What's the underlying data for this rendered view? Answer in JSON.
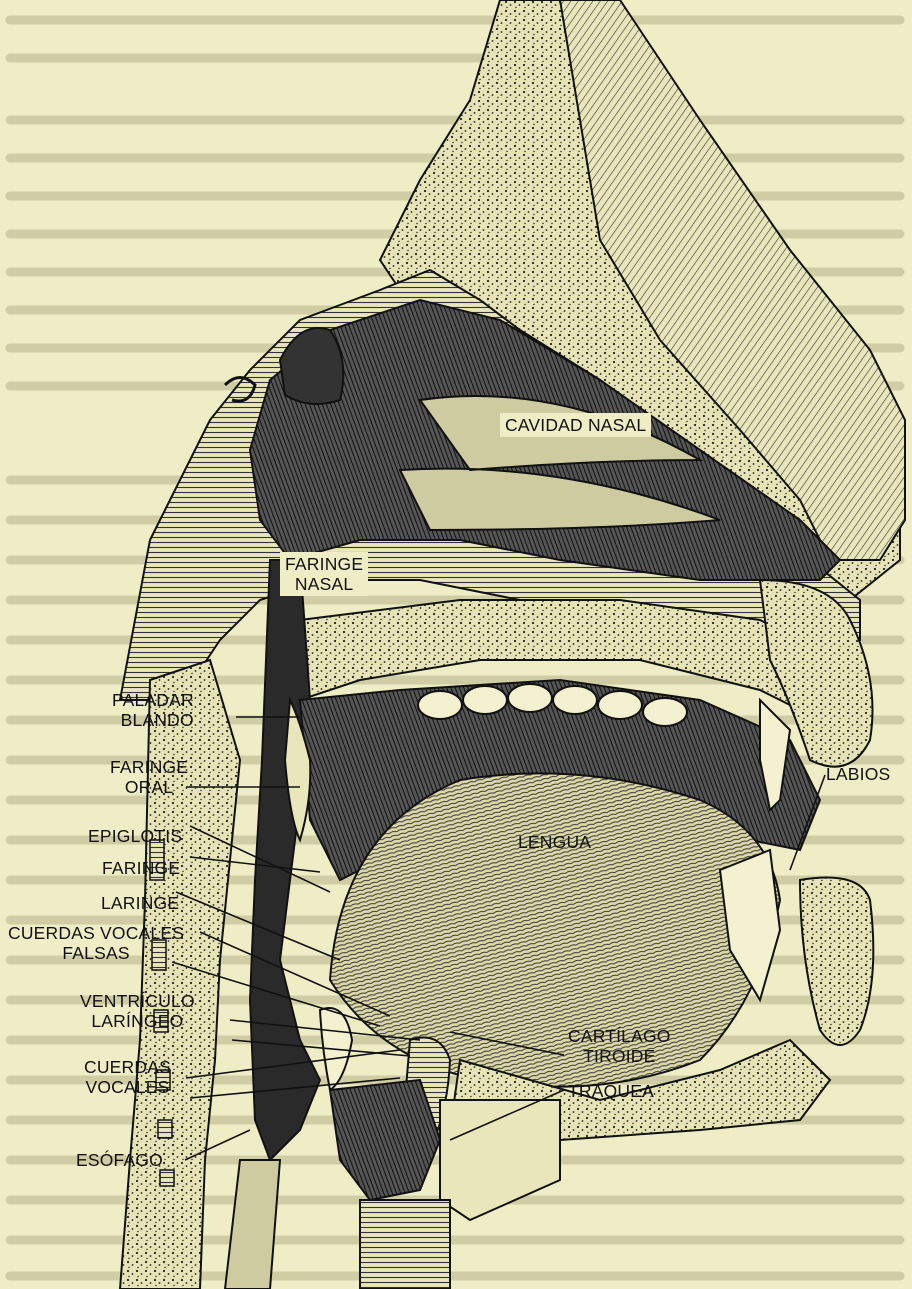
{
  "colors": {
    "paper": "#eeedc6",
    "ink": "#1a1a1a",
    "bone": "#e3e0b0",
    "dark": "#2a2a2a"
  },
  "labels": {
    "cavidad_nasal": "CAVIDAD NASAL",
    "faringe_nasal": [
      "FARINGE",
      "NASAL"
    ],
    "paladar_blando": [
      "PALADAR",
      "BLANDO"
    ],
    "faringe_oral": [
      "FARINGE",
      "ORAL"
    ],
    "epiglotis": "EPIGLOTIS",
    "faringe": "FARINGE",
    "laringe": "LARINGE",
    "cuerdas_vocales_falsas": [
      "CUERDAS VOCALES",
      "FALSAS"
    ],
    "ventriculo_laringeo": [
      "VENTRÍCULO",
      "LARÍNGEO"
    ],
    "cuerdas_vocales": [
      "CUERDAS",
      "VOCALES"
    ],
    "esofago": "ESÓFAGO",
    "labios": "LABIOS",
    "lengua": "LENGUA",
    "cartilago_tiroide": [
      "CARTÍLAGO",
      "TIROIDE"
    ],
    "traquea": "TRAQUEA"
  }
}
